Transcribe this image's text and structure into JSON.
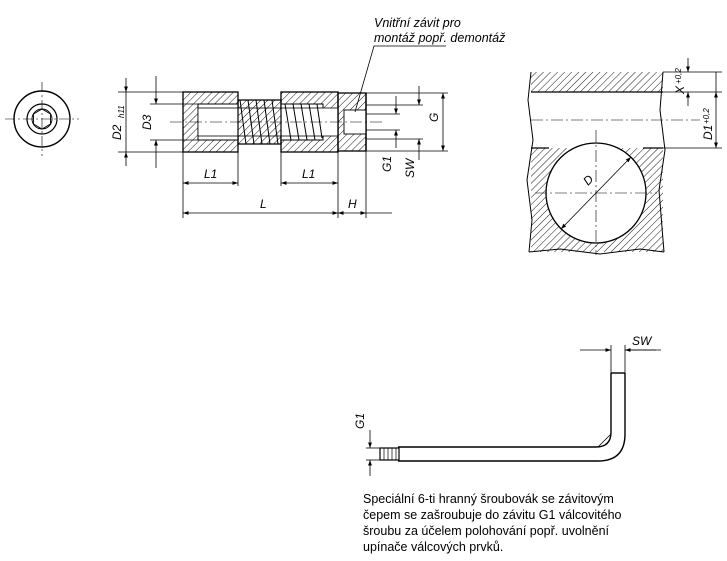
{
  "annotation": {
    "line1": "Vnitřní závit pro",
    "line2": "montáž  popř. demontáž"
  },
  "labels": {
    "D2": "D2",
    "D2_tol": "h11",
    "D3": "D3",
    "G": "G",
    "G1": "G1",
    "SW": "SW",
    "L1": "L1",
    "L": "L",
    "H": "H",
    "X": "X",
    "X_tol": "+0,2",
    "D1": "D1",
    "D1_tol": "+0,2",
    "D": "D",
    "G1_key": "G1",
    "SW_key": "SW"
  },
  "caption": {
    "line1": "Speciální 6-ti hranný šroubovák se závitovým",
    "line2": "čepem se zašroubuje do závitu G1 válcovitého",
    "line3": "šroubu za účelem polohování popř. uvolnění",
    "line4": "upínače válcových prvků."
  },
  "colors": {
    "stroke": "#000000",
    "background": "#ffffff"
  }
}
